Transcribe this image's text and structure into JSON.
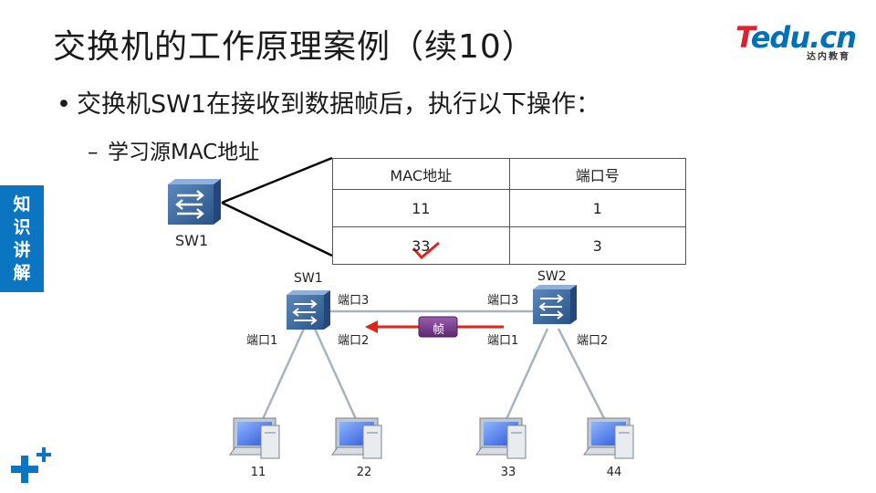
{
  "title": "交换机的工作原理案例（续10）",
  "logo": {
    "brand_t": "T",
    "brand_rest": "edu.cn",
    "subtitle": "达内教育"
  },
  "bullet_main": "交换机SW1在接收到数据帧后，执行以下操作：",
  "bullet_sub": "学习源MAC地址",
  "side_tab": [
    "知",
    "识",
    "讲",
    "解"
  ],
  "mac_table": {
    "headers": [
      "MAC地址",
      "端口号"
    ],
    "rows": [
      {
        "mac": "11",
        "port": "1"
      },
      {
        "mac": "33",
        "port": "3"
      }
    ]
  },
  "switch_callout_label": "SW1",
  "topology": {
    "sw1": {
      "name": "SW1",
      "port1": "端口1",
      "port2": "端口2",
      "port3": "端口3"
    },
    "sw2": {
      "name": "SW2",
      "port1": "端口1",
      "port2": "端口2",
      "port3": "端口3"
    },
    "frame_label": "帧",
    "pcs": [
      "11",
      "22",
      "33",
      "44"
    ]
  },
  "colors": {
    "accent_blue": "#0b75c2",
    "arrow_red": "#e2231a",
    "frame_purple": "#7a3a8c",
    "switch_blue": "#3a6ea5"
  }
}
